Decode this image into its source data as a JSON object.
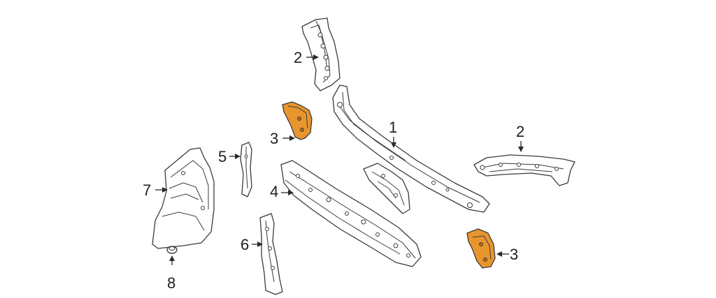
{
  "colors": {
    "background": "#ffffff",
    "line": "#3a3a3a",
    "highlight": "#e8952e"
  },
  "callouts": {
    "c1": "1",
    "c2_top": "2",
    "c2_right": "2",
    "c3_left": "3",
    "c3_right": "3",
    "c4": "4",
    "c5": "5",
    "c6": "6",
    "c7": "7",
    "c8": "8"
  }
}
